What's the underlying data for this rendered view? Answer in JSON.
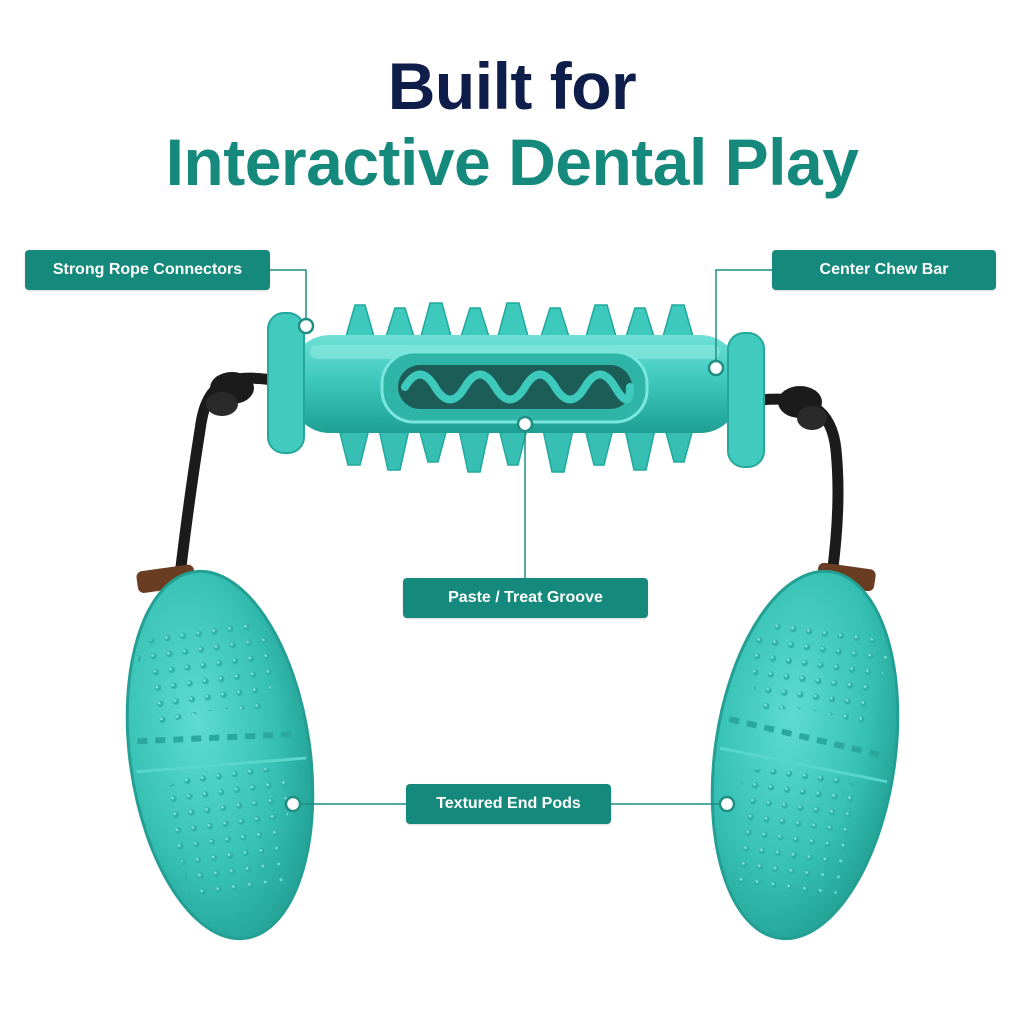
{
  "headline": {
    "line1": "Built for",
    "line2": "Interactive Dental Play"
  },
  "callouts": {
    "rope_connectors": "Strong Rope Connectors",
    "center_chew_bar": "Center Chew Bar",
    "treat_groove": "Paste / Treat Groove",
    "end_pods": "Textured End Pods"
  },
  "colors": {
    "navy": "#0f1d4a",
    "teal_text": "#14897c",
    "toy_teal": "#3ec9bd",
    "toy_teal_dark": "#22a89c",
    "rope": "#1b1b1b"
  }
}
